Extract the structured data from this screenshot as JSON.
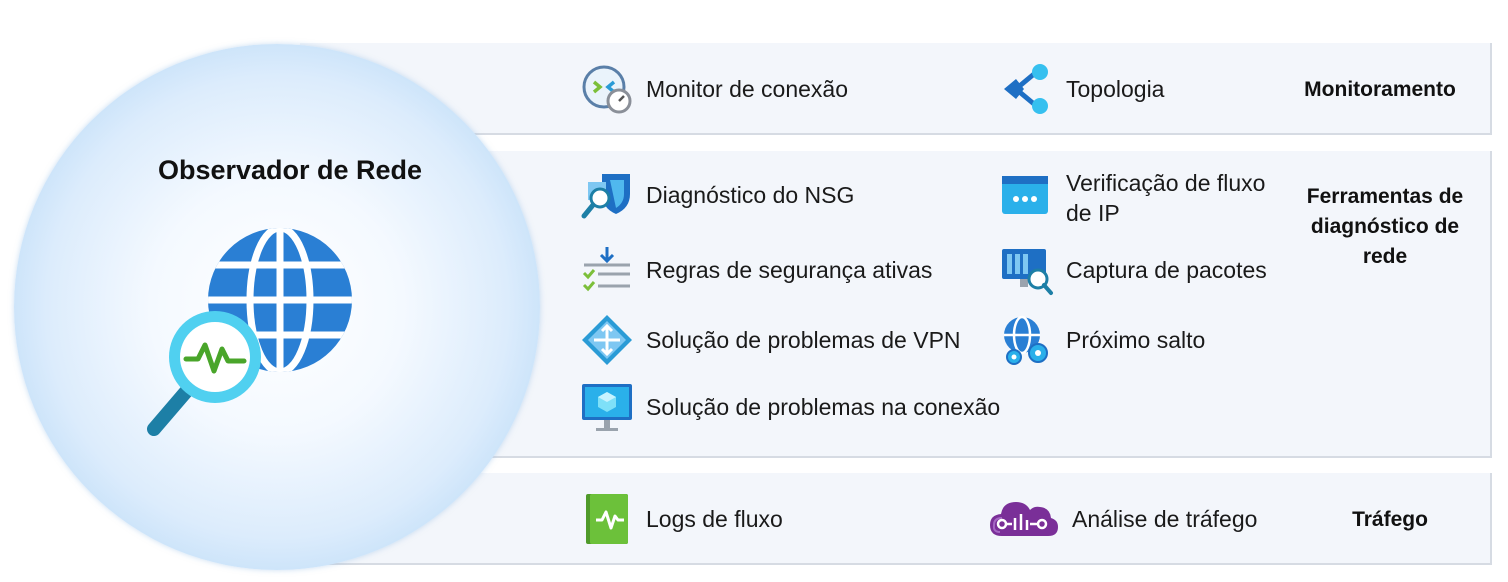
{
  "title": "Observador de Rede",
  "categories": {
    "monitoring": "Monitoramento",
    "diagnostics": "Ferramentas de diagnóstico de rede",
    "traffic": "Tráfego"
  },
  "tools": {
    "connection_monitor": "Monitor de conexão",
    "topology": "Topologia",
    "nsg_diagnostics": "Diagnóstico do NSG",
    "ip_flow_verify": "Verificação de fluxo de IP",
    "effective_security_rules": "Regras de segurança ativas",
    "packet_capture": "Captura de pacotes",
    "vpn_troubleshoot": "Solução de problemas de VPN",
    "next_hop": "Próximo salto",
    "connection_troubleshoot": "Solução de problemas na conexão",
    "flow_logs": "Logs de fluxo",
    "traffic_analytics": "Análise de tráfego"
  },
  "colors": {
    "band_bg": "#f3f6fb",
    "azure_blue": "#0078d4",
    "green": "#5bb02f",
    "purple": "#6e2a8c"
  }
}
